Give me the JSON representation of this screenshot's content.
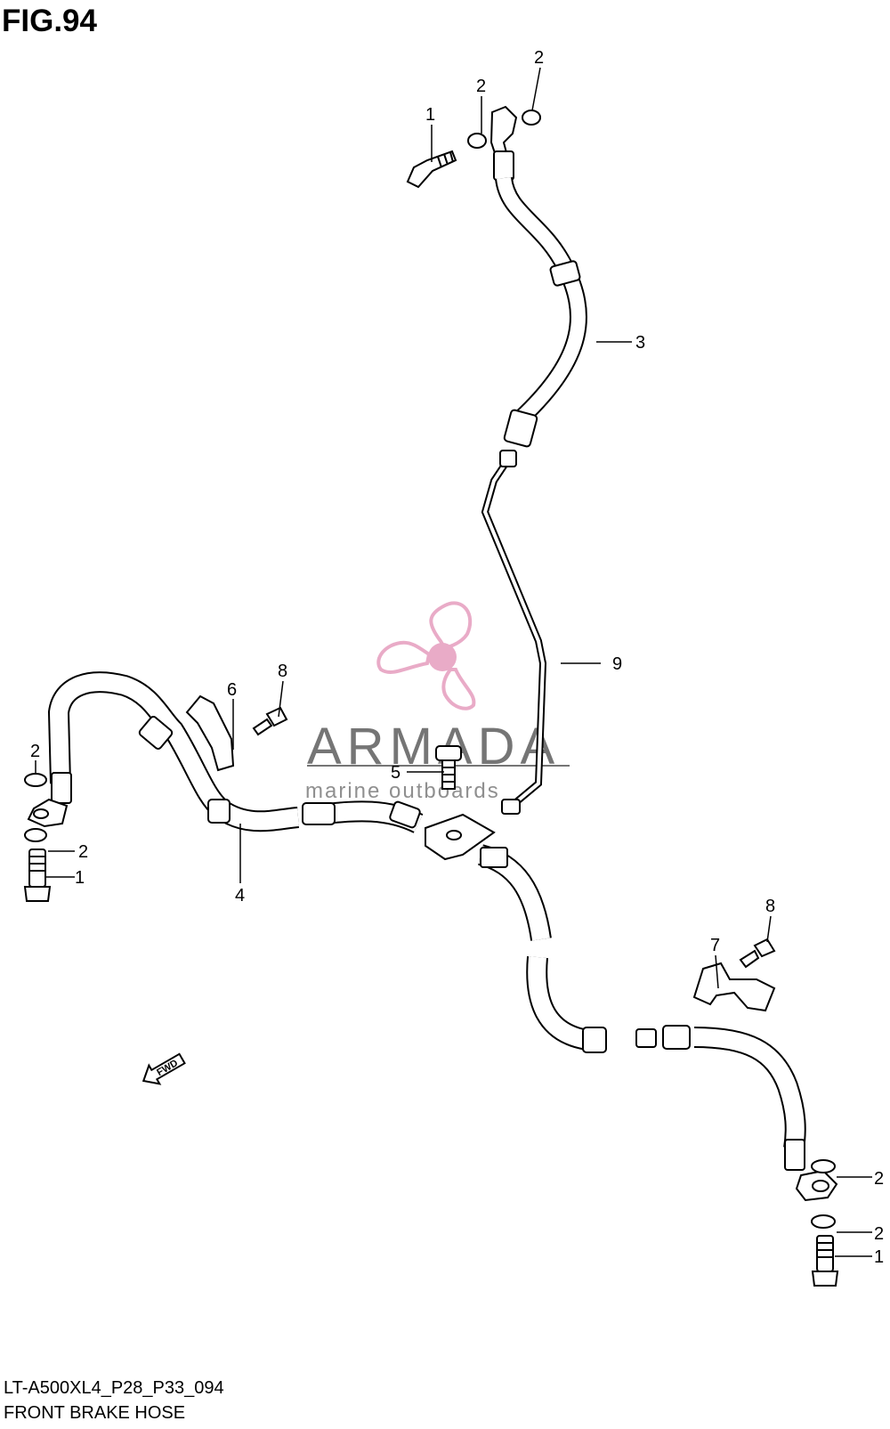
{
  "figure": {
    "title": "FIG.94",
    "code": "LT-A500XL4_P28_P33_094",
    "caption": "FRONT BRAKE HOSE"
  },
  "watermark": {
    "brand": "ARMADA",
    "tagline": "marine outboards",
    "logo_color": "#e8a7c5"
  },
  "direction_label": "FWD",
  "callouts": [
    {
      "id": "c1a",
      "label": "1"
    },
    {
      "id": "c2a",
      "label": "2"
    },
    {
      "id": "c2b",
      "label": "2"
    },
    {
      "id": "c3",
      "label": "3"
    },
    {
      "id": "c9",
      "label": "9"
    },
    {
      "id": "c8a",
      "label": "8"
    },
    {
      "id": "c6",
      "label": "6"
    },
    {
      "id": "c5",
      "label": "5"
    },
    {
      "id": "c2c",
      "label": "2"
    },
    {
      "id": "c2d",
      "label": "2"
    },
    {
      "id": "c1b",
      "label": "1"
    },
    {
      "id": "c4",
      "label": "4"
    },
    {
      "id": "c8b",
      "label": "8"
    },
    {
      "id": "c7",
      "label": "7"
    },
    {
      "id": "c2e",
      "label": "2"
    },
    {
      "id": "c2f",
      "label": "2"
    },
    {
      "id": "c1c",
      "label": "1"
    }
  ]
}
